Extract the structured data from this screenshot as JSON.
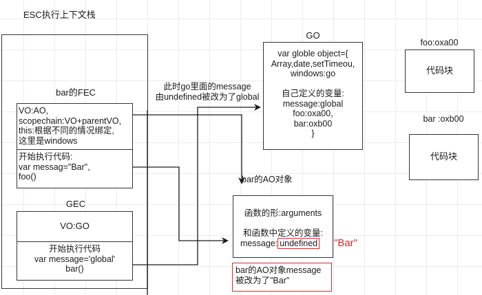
{
  "stack": {
    "title": "ESC执行上下文栈"
  },
  "fec": {
    "title": "bar的FEC",
    "vo_lines": [
      "VO:AO,",
      "scopechain:VO+parentVO,",
      "this:根据不同的情况绑定,",
      "这里是windows"
    ],
    "code_lines": [
      "开始执行代码:",
      "var messag=\"Bar\",",
      "foo()"
    ]
  },
  "gec": {
    "title": "GEC",
    "vo": "VO:GO",
    "code_lines": [
      "开始执行代码",
      "var message='global'",
      "bar()"
    ]
  },
  "annotation": {
    "lines": [
      "此时go里面的message",
      "由undefined被改为了global"
    ]
  },
  "go": {
    "title": "GO",
    "lines": [
      "var globle object={",
      "Array,date,setTimeou,",
      "windows:go",
      "",
      "自己定义的变量:",
      "message:global",
      "foo:oxa00,",
      "bar:oxb00",
      "}"
    ]
  },
  "foo_block": {
    "title": "foo:oxa00",
    "content": "代码块"
  },
  "bar_block": {
    "title": "bar :oxb00",
    "content": "代码块"
  },
  "ao": {
    "title": "bar的AO对象",
    "line1": "函数的形:arguments",
    "line2": "和函数中定义的变量:",
    "message_prefix": "message:",
    "message_value": "undefined",
    "new_value": "\"Bar\""
  },
  "ao_note": {
    "lines": [
      "bar的AO对象message",
      "被改为了\"Bar\""
    ]
  },
  "colors": {
    "line": "#1a1a1a",
    "border": "#333333",
    "highlight": "#d9272b",
    "grid": "#ececec"
  }
}
